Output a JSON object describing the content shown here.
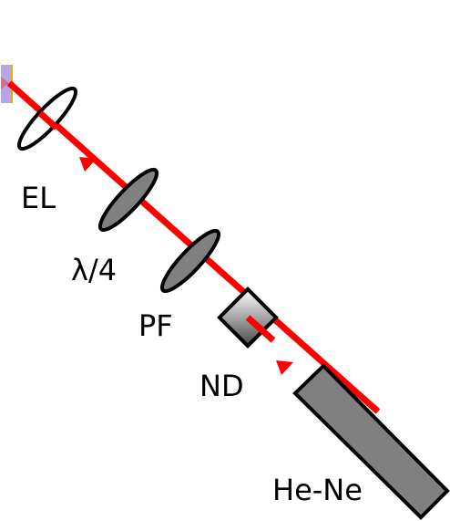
{
  "diagram": {
    "components": [
      {
        "id": "el",
        "label": "EL",
        "shape": "lens",
        "fill": "#ffffff"
      },
      {
        "id": "qwp",
        "label": "λ/4",
        "shape": "lens",
        "fill": "#808080"
      },
      {
        "id": "pf",
        "label": "PF",
        "shape": "lens",
        "fill": "#808080"
      },
      {
        "id": "nd",
        "label": "ND",
        "shape": "gradient-square",
        "fill": "#808080"
      },
      {
        "id": "laser",
        "label": "He-Ne",
        "shape": "laser-tube",
        "fill": "#808080"
      },
      {
        "id": "target",
        "label": "",
        "shape": "target-strip",
        "fill": "#b6a6e6"
      }
    ],
    "colors": {
      "beam": "#ff0000",
      "target_fill": "#b6a6e6",
      "target_edge": "#ffa500",
      "component_fill": "#808080",
      "outline": "#000000"
    }
  }
}
